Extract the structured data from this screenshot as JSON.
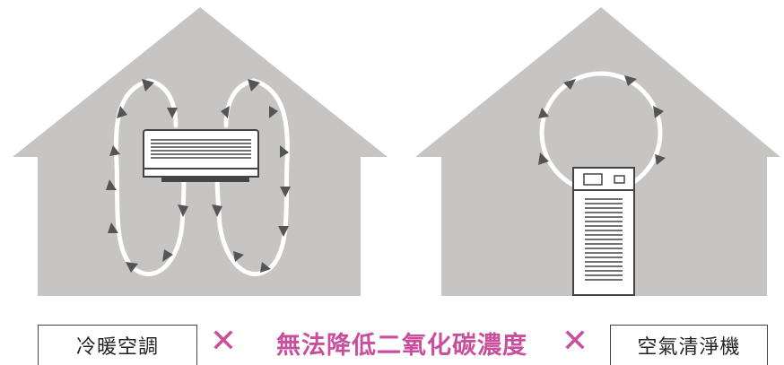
{
  "labels": {
    "left": "冷暖空調",
    "center": "無法降低二氧化碳濃度",
    "right": "空氣清淨機"
  },
  "icons": {
    "cross": "✕",
    "left_cross_name": "x-mark-icon",
    "right_cross_name": "x-mark-icon"
  },
  "colors": {
    "house": "#c6c5c4",
    "accent": "#c94f9c",
    "arrow": "#555555",
    "loop": "#ffffff"
  }
}
